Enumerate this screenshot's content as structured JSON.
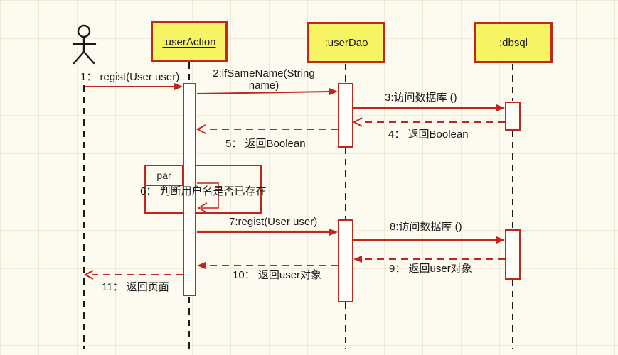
{
  "diagram": {
    "type": "uml-sequence-diagram",
    "actor_icon": "stick-figure-actor",
    "objects": [
      {
        "label": ":userAction"
      },
      {
        "label": ":userDao"
      },
      {
        "label": ":dbsql"
      }
    ],
    "fragment": {
      "operator_label": "par"
    },
    "messages": [
      {
        "label": "1： regist(User user)",
        "style": "solid"
      },
      {
        "label": "2:ifSameName(String name)",
        "style": "solid"
      },
      {
        "label": "3:访问数据库 ()",
        "style": "solid"
      },
      {
        "label": "4： 返回Boolean",
        "style": "dashed-return"
      },
      {
        "label": "5： 返回Boolean",
        "style": "dashed-return"
      },
      {
        "label": "6： 判断用户名是否已存在",
        "style": "self-call"
      },
      {
        "label": "7:regist(User user)",
        "style": "solid"
      },
      {
        "label": "8:访问数据库 ()",
        "style": "solid"
      },
      {
        "label": "9： 返回user对象",
        "style": "dashed-return"
      },
      {
        "label": "10： 返回user对象",
        "style": "dashed-return"
      },
      {
        "label": "11： 返回页面",
        "style": "dashed-return"
      }
    ],
    "colors": {
      "background": "#fdfbf0",
      "object_fill": "#f7f464",
      "line_red": "#c0261e",
      "ink": "#1a1a1a"
    }
  }
}
